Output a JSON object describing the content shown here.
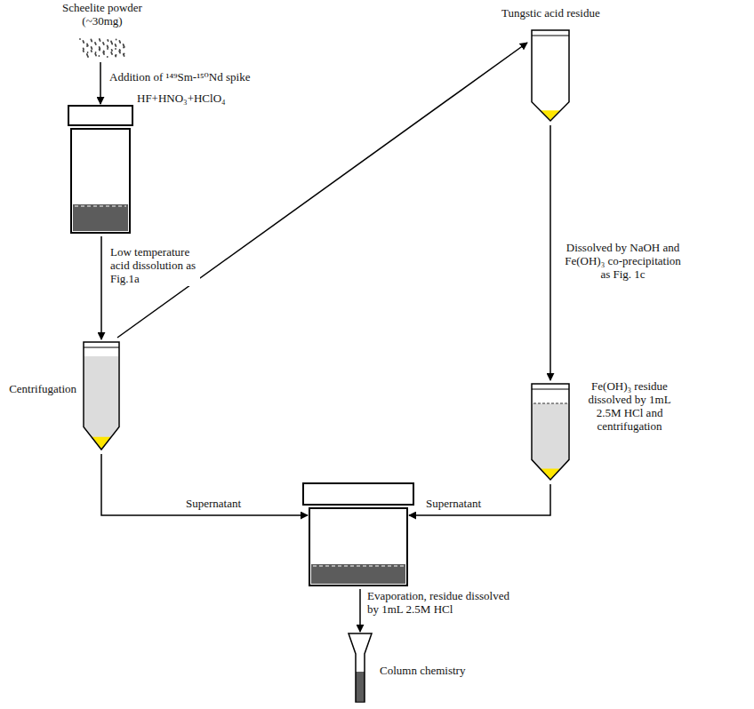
{
  "diagram": {
    "nodes": [
      {
        "text": [
          "Scheelite powder (~30mg)"
        ]
      },
      {
        "text": [
          "HF+HNO₃+HClO₄"
        ]
      },
      {
        "text": [
          "Centrifugation"
        ]
      },
      {
        "text": [
          "Tungstic acid residue"
        ]
      },
      {
        "text": [
          "Fe(OH)₃ residue dissolved by 1mL 2.5M HCl and centrifugation"
        ]
      },
      {
        "text": []
      },
      {
        "text": [
          "Column chemistry"
        ]
      }
    ],
    "edges": [
      {
        "from": 0,
        "to": 1,
        "arrow": "to",
        "label": "Addition of ¹⁴⁹Sm-¹⁵⁰Nd spike"
      },
      {
        "from": 1,
        "to": 2,
        "arrow": "to",
        "label": "Low temperature acid dissolution as Fig.1a"
      },
      {
        "from": 2,
        "to": 3,
        "arrow": "to"
      },
      {
        "from": 3,
        "to": 4,
        "arrow": "to",
        "label": "Dissolved by NaOH and Fe(OH)₃ co-precipitation as Fig. 1c"
      },
      {
        "from": 2,
        "to": 5,
        "arrow": "to",
        "label": "Supernatant"
      },
      {
        "from": 4,
        "to": 5,
        "arrow": "to",
        "label": "Supernatant"
      },
      {
        "from": 5,
        "to": 6,
        "arrow": "to",
        "label": "Evaporation, residue dissolved by 1mL 2.5M HCl"
      }
    ]
  }
}
